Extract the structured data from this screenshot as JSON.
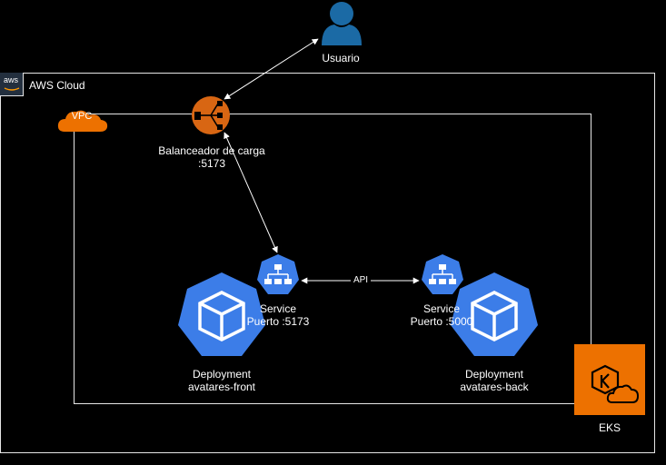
{
  "colors": {
    "background": "#000000",
    "aws_orange": "#ed7100",
    "k8s_blue": "#3c7de8",
    "user_teal": "#1b6aa5",
    "load_balancer": "#d86613",
    "eks_orange": "#ed7100",
    "border": "#e6e6e6"
  },
  "aws_cloud": {
    "label": "AWS Cloud",
    "logo_text": "aws"
  },
  "vpc": {
    "label": "VPC"
  },
  "user": {
    "label": "Usuario",
    "icon": "user-icon"
  },
  "load_balancer": {
    "label_line1": "Balanceador de carga",
    "label_line2": ":5173",
    "icon": "load-balancer-icon"
  },
  "service_front": {
    "label_line1": "Service",
    "label_line2": "Puerto :5173",
    "icon": "service-icon"
  },
  "service_back": {
    "label_line1": "Service",
    "label_line2": "Puerto :5000",
    "icon": "service-icon"
  },
  "deployment_front": {
    "label_line1": "Deployment",
    "label_line2": "avatares-front",
    "icon": "deployment-icon"
  },
  "deployment_back": {
    "label_line1": "Deployment",
    "label_line2": "avatares-back",
    "icon": "deployment-icon"
  },
  "eks": {
    "label": "EKS",
    "icon": "eks-icon"
  },
  "edges": {
    "api_label": "API"
  }
}
